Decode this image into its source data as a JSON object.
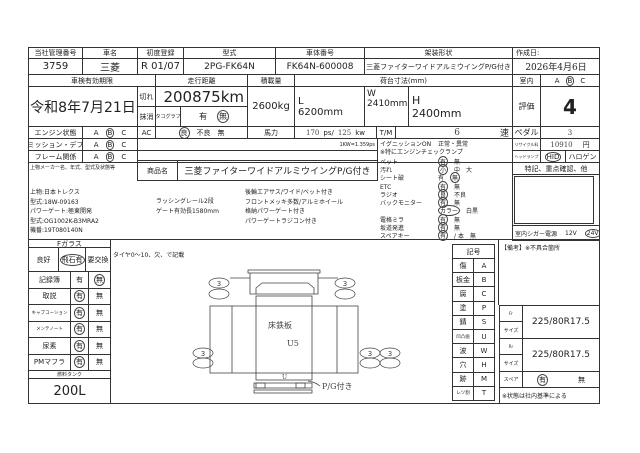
{
  "header": {
    "mgmt_no_label": "当社管理番号",
    "mgmt_no": "3759",
    "car_name_label": "車名",
    "car_name": "三菱",
    "first_reg_label": "初度登録",
    "first_reg": "R 01/07",
    "model_label": "型式",
    "model": "2PG-FK64N",
    "chassis_label": "車体番号",
    "chassis": "FK64N-600008",
    "body_label": "架装形状",
    "body": "三菱ファイターワイドアルミウイングP/G付き",
    "created_label": "作成日:",
    "created": "2026年4月6日"
  },
  "row2": {
    "inspection_label": "車検有効期限",
    "inspection": "令和8年7月21日",
    "expired": "切れ",
    "cancelled": "抹消",
    "tacho_label": "タコグラフ",
    "tacho_yes": "有",
    "tacho_no": "無",
    "mileage_label": "走行距離",
    "mileage": "200875km",
    "load_label": "積載量",
    "load": "2600kg",
    "cargo_label": "荷台寸法(mm)",
    "L_label": "L",
    "L": "6200mm",
    "W_label": "W",
    "W": "2410mm",
    "H_label": "H",
    "H": "2400mm",
    "interior_label": "室内",
    "interior_grades": [
      "A",
      "B",
      "C"
    ],
    "interior_selected": "B",
    "rating_label": "評価",
    "rating": "4"
  },
  "status": {
    "engine_label": "エンジン状態",
    "mission_label": "ミッション・デフ",
    "frame_label": "フレーム関係",
    "grades": [
      "A",
      "B",
      "C"
    ],
    "engine": "B",
    "mission": "B",
    "frame": "B",
    "ac_label": "AC",
    "ac_options": [
      "良",
      "不良",
      "無"
    ],
    "ac_selected": "良",
    "power_label": "馬力",
    "ps": "170",
    "ps_unit": "ps/",
    "kw": "125",
    "kw_unit": "kw",
    "kw_note": "1KW=1.359ps",
    "tm_label": "T/M",
    "tm": "6",
    "tm_unit": "速",
    "pedal_label": "ペダル",
    "pedal": "3",
    "recycle_label": "リサイクル料",
    "recycle": "10910",
    "recycle_unit": "円",
    "headlamp_label": "ヘッドランプ",
    "headlamp_selected": "HID",
    "headlamp_other": "ハロゲン"
  },
  "maker_note": "上物メーカー名、年式、型式及状態等",
  "product_label": "商品名",
  "product": "三菱ファイターワイドアルミウイングP/G付き",
  "upper_details": [
    "上物:日本トレクス",
    "型式:18W-09163",
    "パワーゲート:極東開発",
    "型式:OG1002K-B3MRA2",
    "機番:19T080140N"
  ],
  "upper_details2": [
    "ラッシングレール2段",
    "ゲート有効長1580mm"
  ],
  "upper_details3": [
    "後輪エアサス/ワイド/ベット付き",
    "フロントメッキ多数/アルミホイール",
    "格納パワーゲート付き",
    "パワーゲートラジコン付き"
  ],
  "checklist": [
    {
      "label": "イグニッションON",
      "opts": [
        "正常・異常"
      ],
      "sel": ""
    },
    {
      "label": "※特にエンジンチェックランプ",
      "opts": [],
      "sel": ""
    },
    {
      "label": "ペット",
      "opts": [
        "有",
        "無"
      ],
      "sel": "有"
    },
    {
      "label": "汚れ",
      "opts": [
        "小",
        "中",
        "大"
      ],
      "sel": "小"
    },
    {
      "label": "シート破",
      "opts": [
        "有",
        "無"
      ],
      "sel": "無"
    },
    {
      "label": "ETC",
      "opts": [
        "有",
        "無"
      ],
      "sel": "有"
    },
    {
      "label": "ラジオ",
      "opts": [
        "良",
        "不良"
      ],
      "sel": "良"
    },
    {
      "label": "バックモニター",
      "opts": [
        "有",
        "無"
      ],
      "sel": "有"
    },
    {
      "label": "",
      "opts": [
        "カラー",
        "白黒"
      ],
      "sel": "カラー"
    },
    {
      "label": "電格ミラ",
      "opts": [
        "有",
        "無"
      ],
      "sel": "有"
    },
    {
      "label": "坂道発進",
      "opts": [
        "有",
        "無"
      ],
      "sel": "有"
    },
    {
      "label": "スペアキー",
      "opts": [
        "有",
        "/ 本",
        "無"
      ],
      "sel": "有"
    }
  ],
  "notes_label": "特記、重点確認、他",
  "cigar_label": "室内シガー電源",
  "cigar_opts": [
    "12V",
    "24V"
  ],
  "cigar_selected": "24V",
  "left_panel": {
    "fglass_label": "Fガラス",
    "fglass_opts": [
      "良好",
      "飛石有",
      "要交換"
    ],
    "fglass_selected": "飛石有",
    "items": [
      {
        "label": "記録簿",
        "yes": "有",
        "no": "無",
        "sel": "無"
      },
      {
        "label": "取説",
        "yes": "有",
        "no": "無",
        "sel": "有"
      },
      {
        "label": "キャブコーション",
        "yes": "有",
        "no": "無",
        "sel": "有"
      },
      {
        "label": "メンテノート",
        "yes": "有",
        "no": "無",
        "sel": "有"
      },
      {
        "label": "尿素",
        "yes": "有",
        "no": "無",
        "sel": "有"
      },
      {
        "label": "PMマフラ",
        "yes": "有",
        "no": "無",
        "sel": "有"
      }
    ],
    "fuel_label": "燃料タンク",
    "fuel": "200L"
  },
  "diagram": {
    "tire_note": "タイヤ0～10、欠、で記載",
    "tire_value": "3",
    "floor": "床鉄板",
    "mark1": "U5",
    "mark2": "U",
    "pg": "P/G付き"
  },
  "legend": {
    "title": "記号",
    "rows": [
      [
        "傷",
        "A"
      ],
      [
        "板金",
        "B"
      ],
      [
        "腐",
        "C"
      ],
      [
        "塗",
        "P"
      ],
      [
        "錆",
        "S"
      ],
      [
        "凹凸歯",
        "U"
      ],
      [
        "波",
        "W"
      ],
      [
        "穴",
        "H"
      ],
      [
        "跡",
        "M"
      ],
      [
        "レツ割",
        "T"
      ]
    ]
  },
  "remarks_label": "【備考】※不具合箇所",
  "tires": {
    "fr_label": "Fr",
    "rr_label": "Rr",
    "size_label": "サイズ",
    "fr": "225/80R17.5",
    "rr": "225/80R17.5",
    "spare_label": "スペア",
    "spare_yes": "有",
    "spare_no": "無"
  },
  "footnote": "※状態は社内基準による"
}
